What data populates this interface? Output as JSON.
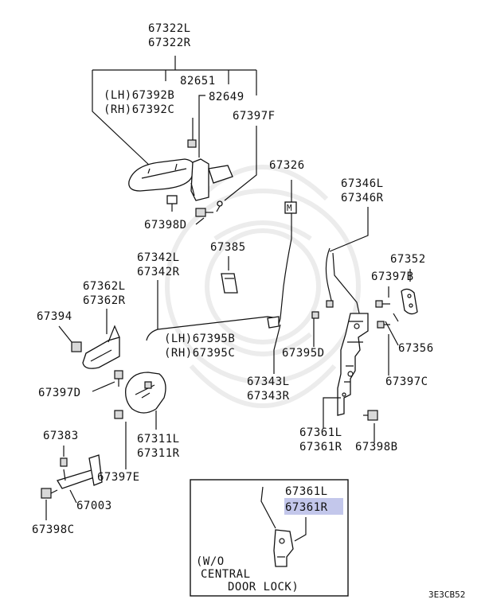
{
  "labels": {
    "p67322": [
      "67322L",
      "67322R"
    ],
    "p82651": "82651",
    "p67392": [
      "(LH)67392B",
      "(RH)67392C"
    ],
    "p82649": "82649",
    "p67397F": "67397F",
    "p67326": "67326",
    "p67346": [
      "67346L",
      "67346R"
    ],
    "p67398D": "67398D",
    "p67385": "67385",
    "p67342": [
      "67342L",
      "67342R"
    ],
    "p67352": "67352",
    "p67362": [
      "67362L",
      "67362R"
    ],
    "p67397B": "67397B",
    "p67394": "67394",
    "p67395": [
      "(LH)67395B",
      "(RH)67395C"
    ],
    "p67356": "67356",
    "p67395D": "67395D",
    "p67397D": "67397D",
    "p67343": [
      "67343L",
      "67343R"
    ],
    "p67397C": "67397C",
    "p67383": "67383",
    "p67311": [
      "67311L",
      "67311R"
    ],
    "p67361": [
      "67361L",
      "67361R"
    ],
    "p67398B": "67398B",
    "p67397E": "67397E",
    "p67003": "67003",
    "p67398C": "67398C",
    "inset_top": "67361L",
    "inset_highlight": "67361R",
    "inset_note": [
      "(W/O",
      "CENTRAL",
      "DOOR LOCK)"
    ],
    "diagram_code": "3E3CB52"
  },
  "highlight_color": "#b8bde8"
}
